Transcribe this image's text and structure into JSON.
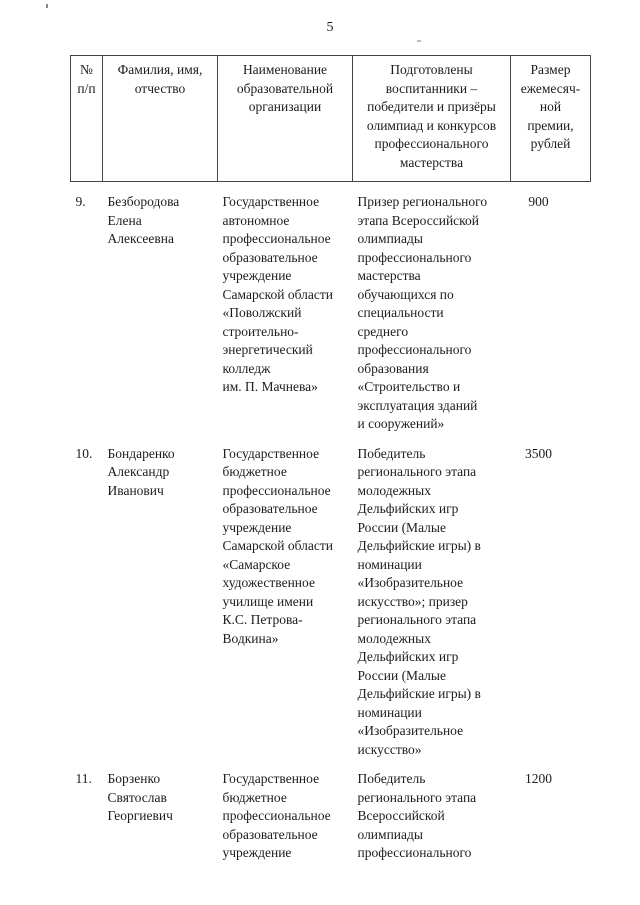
{
  "page": {
    "number": "5"
  },
  "colors": {
    "background": "#ffffff",
    "text": "#1c1c1c",
    "border": "#454545"
  },
  "table": {
    "headers": [
      "№\nп/п",
      "Фамилия, имя,\nотчество",
      "Наименование\nобразовательной\nорганизации",
      "Подготовлены\nвоспитанники –\nпобедители и призёры\nолимпиад и конкурсов\nпрофессионального\nмастерства",
      "Размер\nежемесяч-\nной\nпремии,\nрублей"
    ],
    "rows": [
      {
        "num": "9.",
        "name": "Безбородова\nЕлена\nАлексеевна",
        "organization": "Государственное\nавтономное\nпрофессиональное\nобразовательное\nучреждение\nСамарской области\n«Поволжский\nстроительно-\nэнергетический\nколледж\nим. П. Мачнева»",
        "achievement": "Призер регионального\nэтапа Всероссийской\nолимпиады\nпрофессионального\nмастерства\nобучающихся по\nспециальности\nсреднего\nпрофессионального\nобразования\n«Строительство и\nэксплуатация зданий\nи сооружений»",
        "amount": "900"
      },
      {
        "num": "10.",
        "name": "Бондаренко\nАлександр\nИванович",
        "organization": "Государственное\nбюджетное\nпрофессиональное\nобразовательное\nучреждение\nСамарской области\n«Самарское\nхудожественное\nучилище имени\nК.С. Петрова-\nВодкина»",
        "achievement": "Победитель\nрегионального этапа\nмолодежных\nДельфийских игр\nРоссии (Малые\nДельфийские игры) в\nноминации\n«Изобразительное\nискусство»; призер\nрегионального этапа\nмолодежных\nДельфийских игр\nРоссии (Малые\nДельфийские игры) в\nноминации\n«Изобразительное\nискусство»",
        "amount": "3500"
      },
      {
        "num": "11.",
        "name": "Борзенко\nСвятослав\nГеоргиевич",
        "organization": "Государственное\nбюджетное\nпрофессиональное\nобразовательное\nучреждение",
        "achievement": "Победитель\nрегионального этапа\nВсероссийской\nолимпиады\nпрофессионального",
        "amount": "1200"
      }
    ]
  }
}
